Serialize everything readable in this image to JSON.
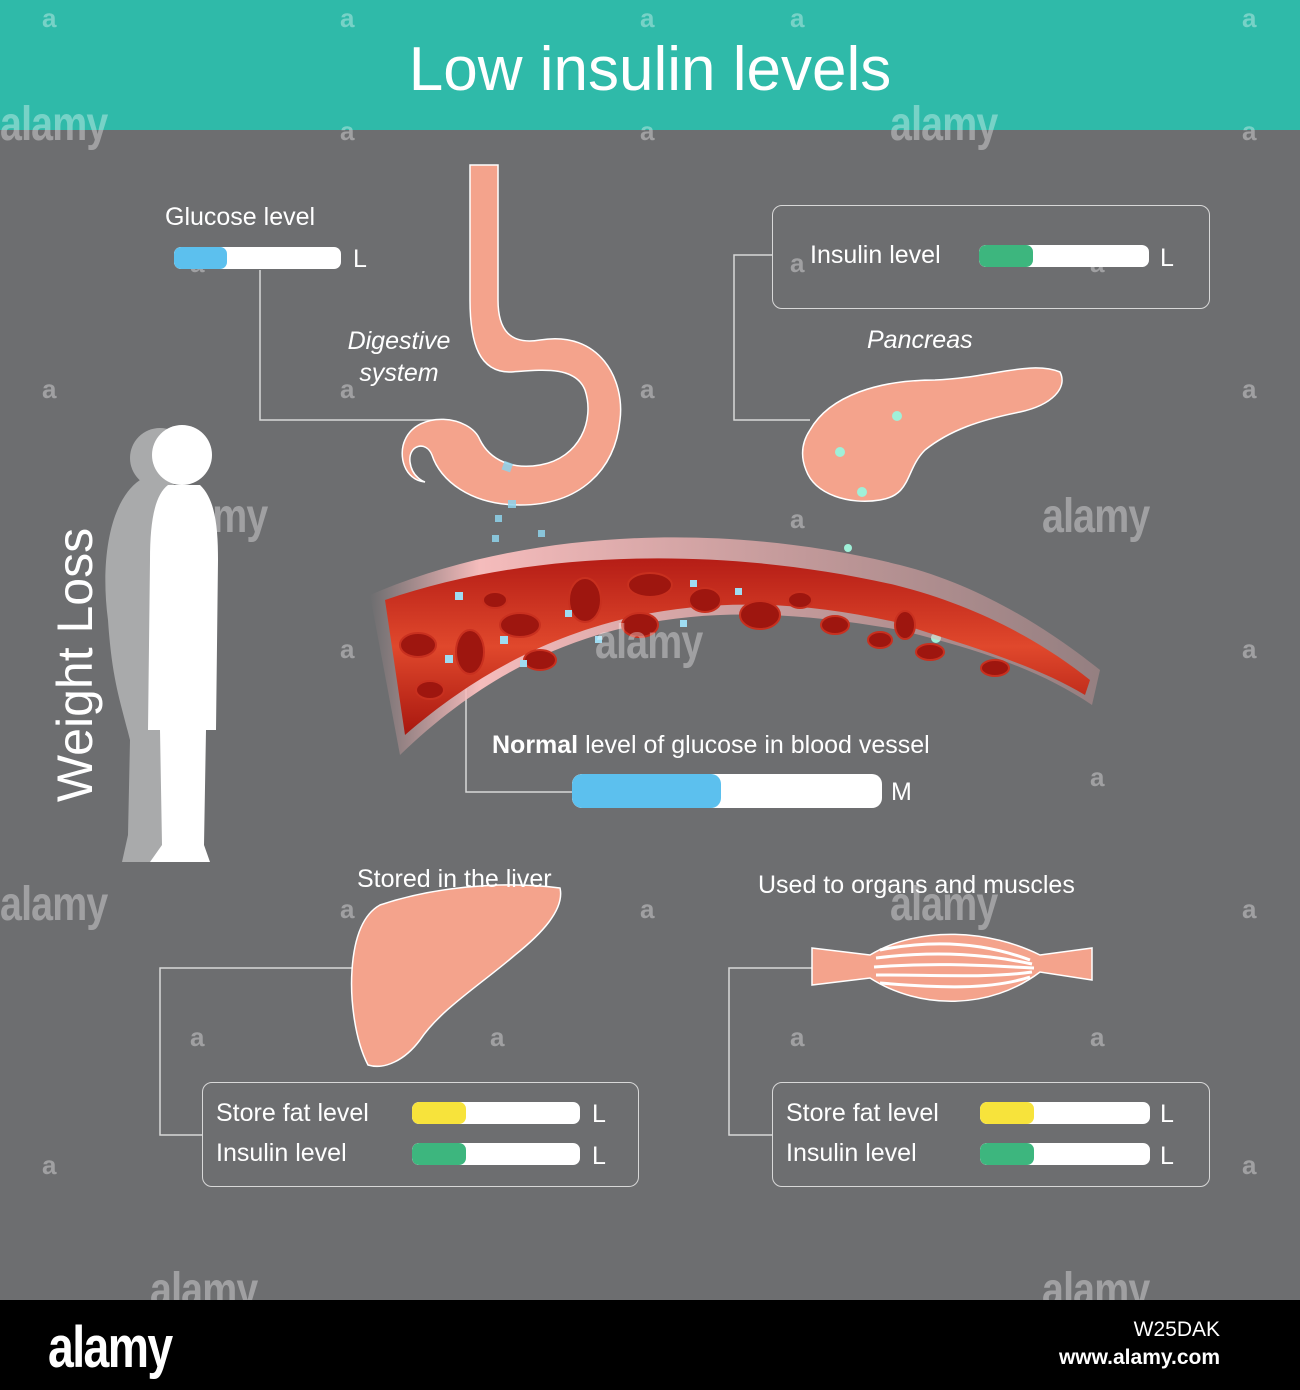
{
  "title": "Low insulin levels",
  "side_label": "Weight Loss",
  "colors": {
    "header": "#2fbaa9",
    "background": "#6d6e70",
    "organ": "#f4a38c",
    "glucose_bar": "#5cc0ee",
    "insulin_bar": "#3db67e",
    "fat_bar": "#f7e33b"
  },
  "glucose": {
    "label": "Glucose level",
    "level": "L",
    "fill": 0.32
  },
  "digestive": {
    "label": "Digestive\nsystem"
  },
  "insulin_pancreas": {
    "label": "Insulin level",
    "level": "L",
    "fill": 0.32
  },
  "pancreas": {
    "label": "Pancreas"
  },
  "blood": {
    "label_bold": "Normal",
    "label_rest": " level of glucose in blood vessel",
    "level": "M",
    "fill": 0.48
  },
  "liver": {
    "heading": "Stored in the liver",
    "fat": {
      "label": "Store fat level",
      "level": "L",
      "fill": 0.32
    },
    "insulin": {
      "label": "Insulin level",
      "level": "L",
      "fill": 0.32
    }
  },
  "muscle": {
    "heading": "Used to organs and muscles",
    "fat": {
      "label": "Store fat level",
      "level": "L",
      "fill": 0.32
    },
    "insulin": {
      "label": "Insulin level",
      "level": "L",
      "fill": 0.32
    }
  },
  "watermark": {
    "logo": "alamy",
    "mark": "a"
  },
  "footer": {
    "logo": "alamy",
    "image_id": "W25DAK",
    "url": "www.alamy.com"
  }
}
